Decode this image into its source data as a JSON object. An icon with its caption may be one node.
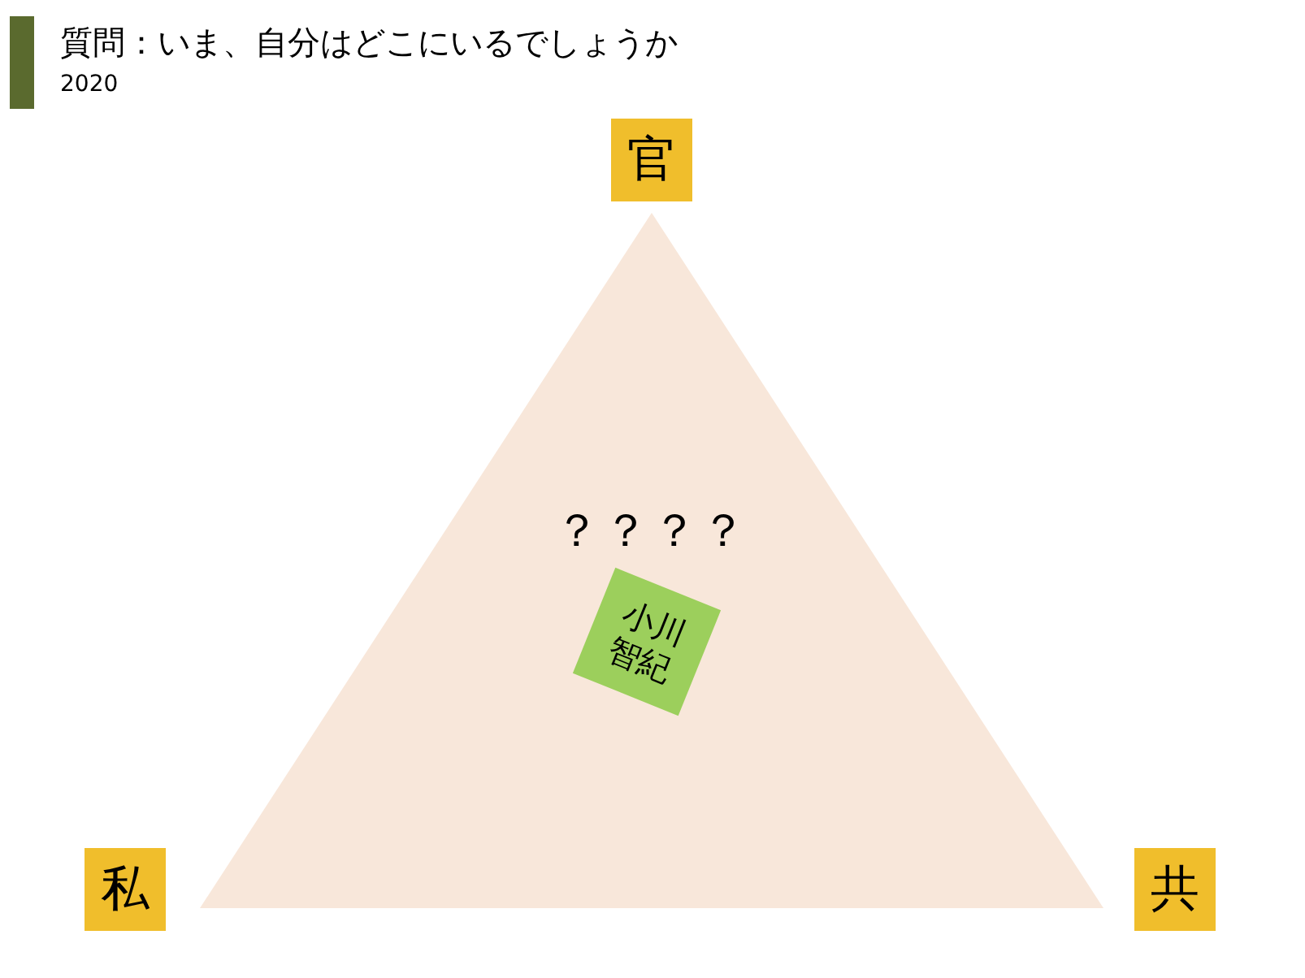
{
  "diagram": {
    "title": "質問：いま、自分はどこにいるでしょうか",
    "nodes": [
      {
        "text": [
          "官"
        ]
      },
      {
        "text": [
          "？？？？"
        ]
      },
      {
        "text": [
          "小川智紀"
        ],
        "in": 1
      },
      {
        "text": [
          "私"
        ]
      },
      {
        "text": [
          "共"
        ]
      }
    ],
    "labels": [
      "2020"
    ]
  }
}
